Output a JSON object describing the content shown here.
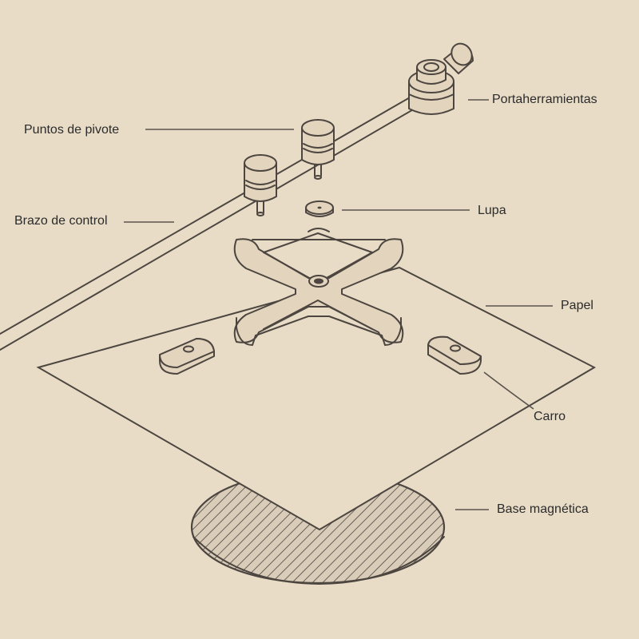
{
  "labels": {
    "portaherramientas": "Portaherramientas",
    "puntos_pivote": "Puntos de pivote",
    "lupa": "Lupa",
    "brazo_control": "Brazo de control",
    "papel": "Papel",
    "carro": "Carro",
    "base_magnetica": "Base magnética"
  },
  "colors": {
    "background": "#e8dcc7",
    "line": "#4d4640",
    "part_fill": "#e3d4bd",
    "base_fill": "#d9ccb8"
  }
}
